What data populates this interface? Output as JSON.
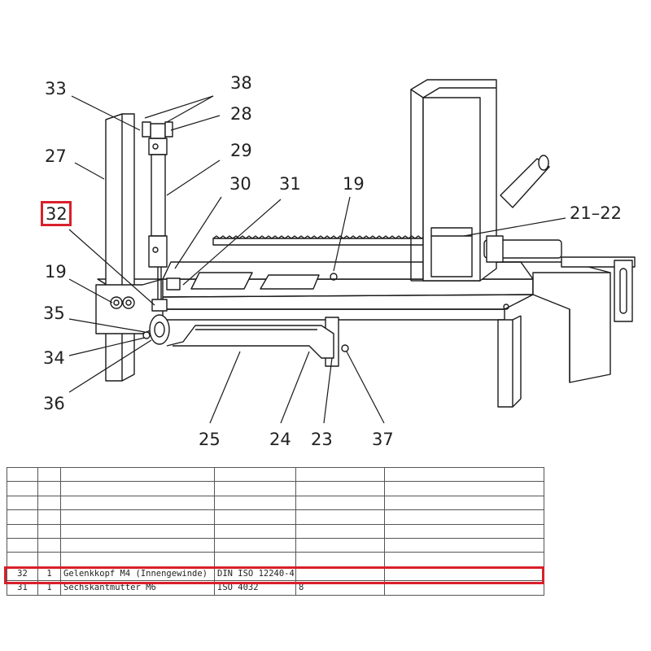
{
  "callouts": {
    "c33": "33",
    "c38": "38",
    "c28": "28",
    "c27": "27",
    "c29": "29",
    "c30": "30",
    "c31": "31",
    "c19a": "19",
    "c2122": "21–22",
    "c32": "32",
    "c19b": "19",
    "c35": "35",
    "c34": "34",
    "c36": "36",
    "c25": "25",
    "c24": "24",
    "c23": "23",
    "c37": "37"
  },
  "highlight_color": "#d9202a",
  "bom": {
    "columns": [
      "",
      "",
      "",
      "",
      "",
      ""
    ],
    "highlighted_row": {
      "pos": "32",
      "qty": "1",
      "desc": "Gelenkkopf M4 (Innengewinde)",
      "norm": "DIN ISO 12240-4",
      "material": "",
      "note": ""
    },
    "next_row": {
      "pos": "31",
      "qty": "1",
      "desc": "Sechskantmutter M6",
      "norm": "ISO 4032",
      "material": "8",
      "note": ""
    }
  }
}
